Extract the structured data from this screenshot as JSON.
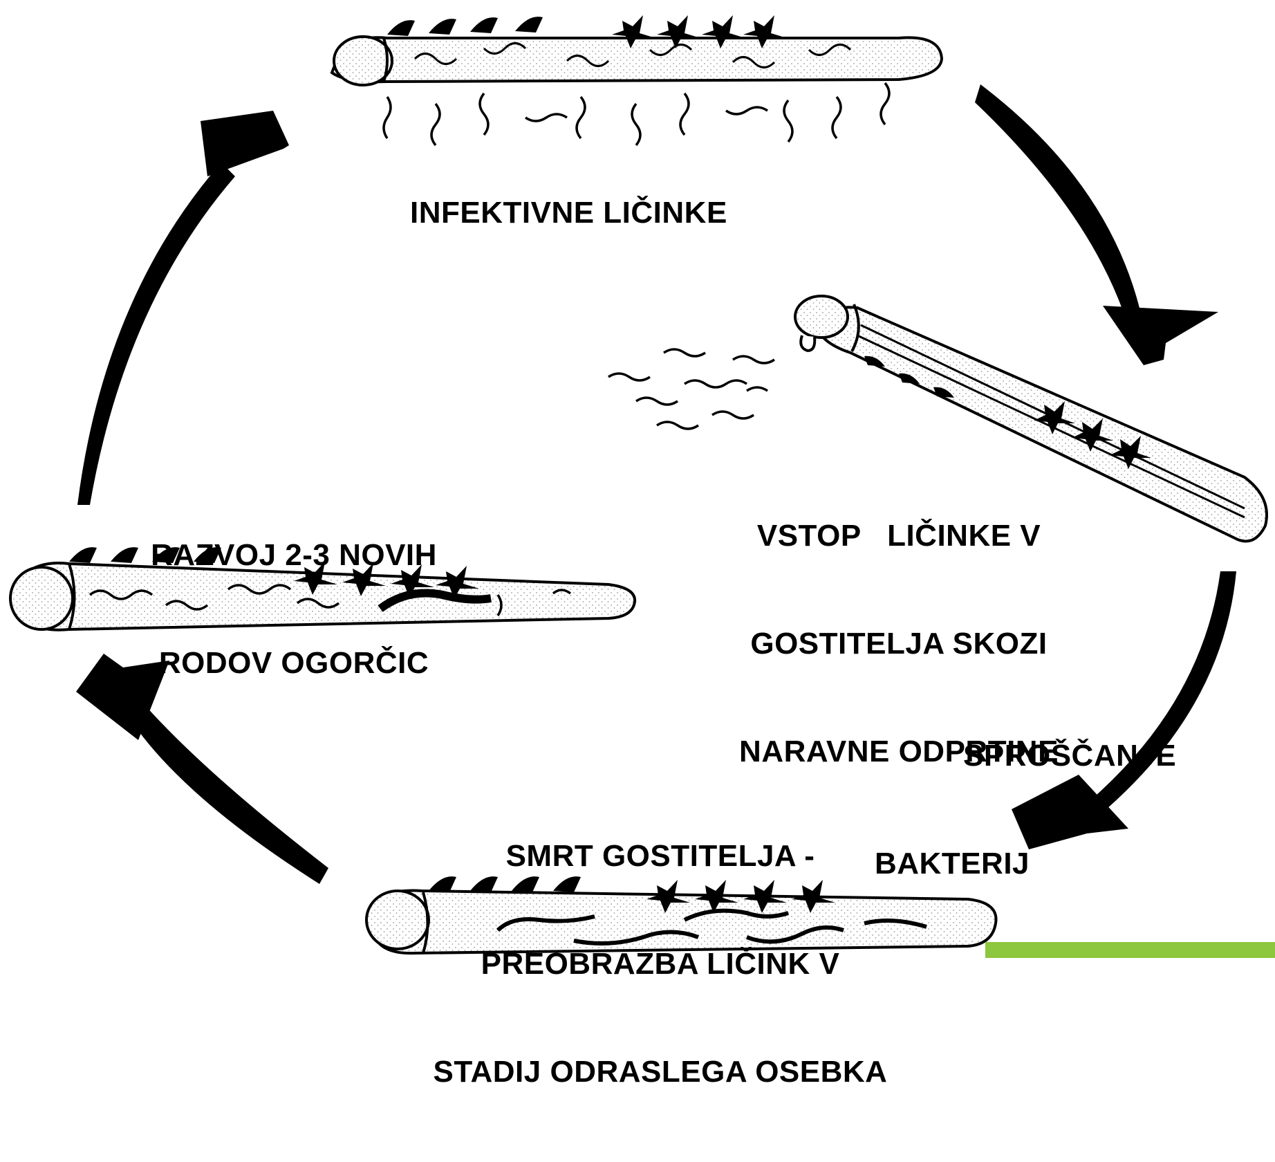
{
  "labels": {
    "infective_larvae": "INFEKTIVNE LIČINKE",
    "entry_line1": "VSTOP   LIČINKE V",
    "entry_line2": "GOSTITELJA SKOZI",
    "entry_line3": "NARAVNE ODPRTINE",
    "development_line1": "RAZVOJ 2-3 NOVIH",
    "development_line2": "RODOV OGORČIC",
    "release_line1": "SPROŠČANJE",
    "release_line2": "BAKTERIJ",
    "death_line1": "SMRT GOSTITELJA -",
    "death_line2": "PREOBRAZBA LIČINK V",
    "death_line3": "STADIJ ODRASLEGA OSEBKA"
  },
  "colors": {
    "ink": "#000000",
    "background": "#ffffff",
    "accent": "#8dc63f",
    "stipple": "#9a9a9a"
  }
}
